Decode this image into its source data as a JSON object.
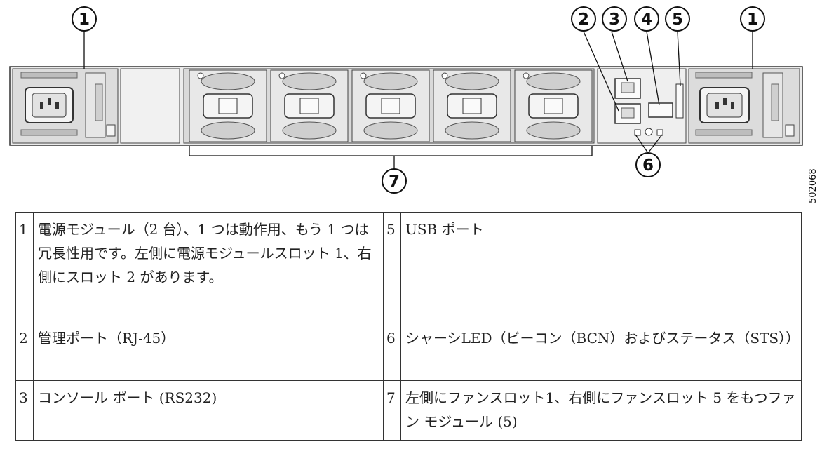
{
  "callouts": {
    "psu_left": "1",
    "psu_right": "1",
    "mgmt": "2",
    "console": "3",
    "port4": "4",
    "usb": "5",
    "led": "6",
    "fans": "7"
  },
  "figure_code": "502068",
  "legend": [
    {
      "num_left": "1",
      "text_left": "電源モジュール（2 台）、1 つは動作用、もう 1 つは冗長性用です。左側に電源モジュールスロット 1、右側にスロット 2 があります。",
      "num_right": "5",
      "text_right": "USB ポート"
    },
    {
      "num_left": "2",
      "text_left": "管理ポート（RJ-45）",
      "num_right": "6",
      "text_right": "シャーシLED（ビーコン（BCN）およびステータス（STS））"
    },
    {
      "num_left": "3",
      "text_left": "コンソール ポート (RS232)",
      "num_right": "7",
      "text_right": "左側にファンスロット1、右側にファンスロット 5 をもつファン モジュール (5)"
    }
  ]
}
